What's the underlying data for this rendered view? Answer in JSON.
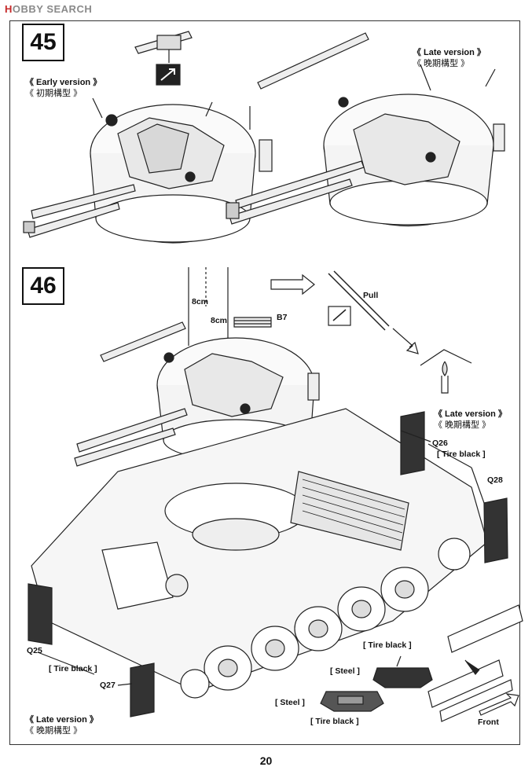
{
  "watermark": {
    "brand_h": "H",
    "brand_rest": "OBBY SEARCH"
  },
  "steps": [
    {
      "number": "45",
      "early": {
        "en": "《 Early version 》",
        "cn": "《 初期構型 》"
      },
      "late": {
        "en": "《 Late version 》",
        "cn": "《 晚期構型 》"
      }
    },
    {
      "number": "46",
      "dim_a": "8cm",
      "dim_b": "8cm",
      "part_b7": "B7",
      "pull": "Pull",
      "late_top": {
        "en": "《 Late version 》",
        "cn": "《 晚期構型 》"
      },
      "q26": "Q26",
      "tire_black_1": "[ Tire black ]",
      "q28": "Q28",
      "q25": "Q25",
      "tire_black_2": "[ Tire black ]",
      "q27": "Q27",
      "late_bottom": {
        "en": "《 Late version 》",
        "cn": "《 晚期構型 》"
      },
      "tire_black_3": "[ Tire black ]",
      "steel_1": "[ Steel ]",
      "steel_2": "[ Steel ]",
      "tire_black_4": "[ Tire black ]",
      "front": "Front"
    }
  ],
  "page_number": "20"
}
